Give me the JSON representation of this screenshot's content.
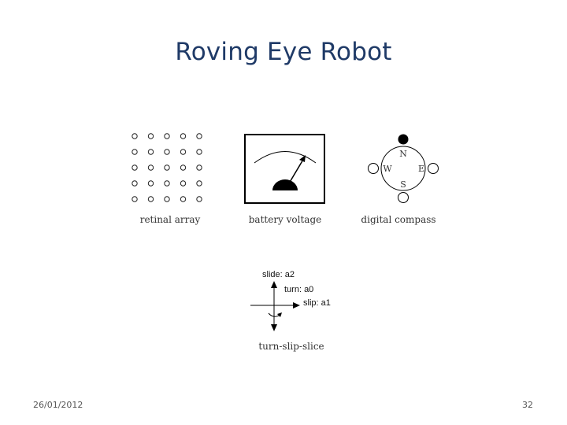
{
  "slide": {
    "title": "Roving Eye Robot",
    "date": "26/01/2012",
    "page_number": "32"
  },
  "diagram": {
    "retinal_array": {
      "label": "retinal array",
      "rows": 5,
      "cols": 5
    },
    "battery": {
      "label": "battery voltage"
    },
    "compass": {
      "label": "digital compass",
      "north": "N",
      "south": "S",
      "east": "E",
      "west": "W"
    },
    "actions": {
      "label": "turn-slip-slice",
      "slide_label": "slide: a2",
      "turn_label": "turn: a0",
      "slip_label": "slip: a1"
    }
  }
}
